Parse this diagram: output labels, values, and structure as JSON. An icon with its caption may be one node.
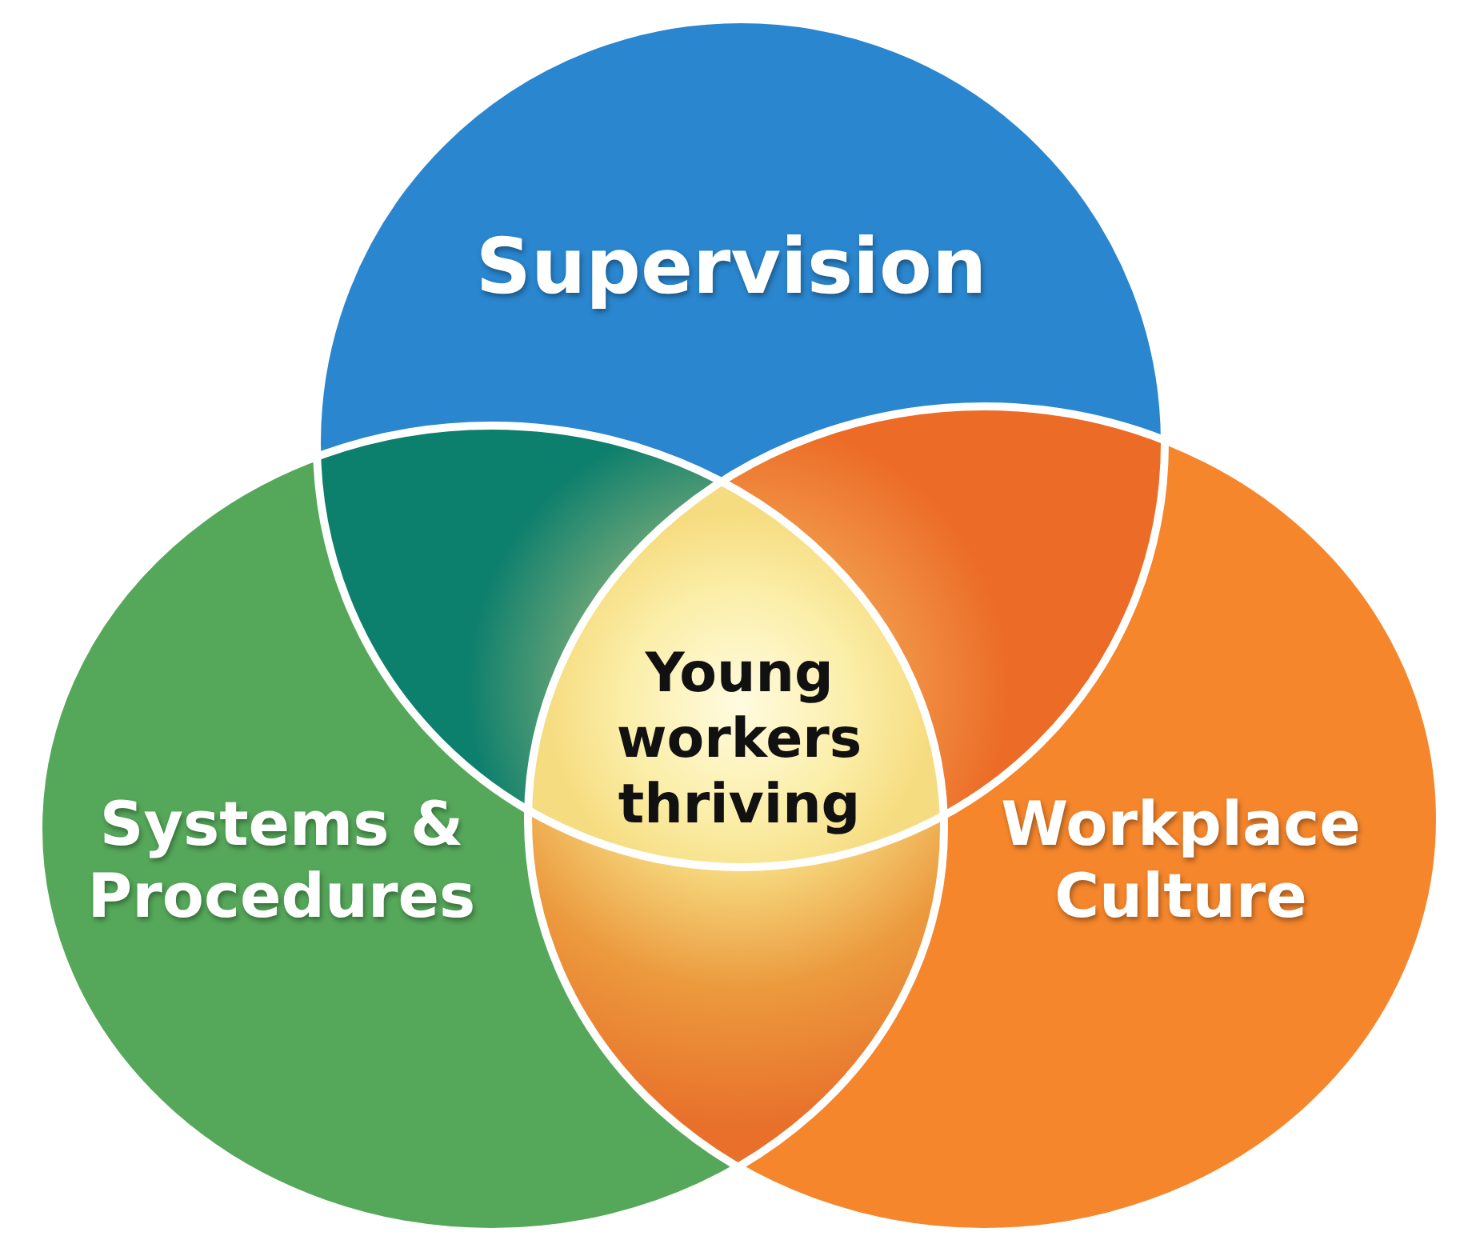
{
  "diagram": {
    "nodes": [
      {
        "text": [
          "Supervision"
        ]
      },
      {
        "text": [
          "Systems & Procedures"
        ]
      },
      {
        "text": [
          "Workplace Culture"
        ]
      },
      {
        "text": [
          "Young workers thriving"
        ]
      }
    ]
  }
}
